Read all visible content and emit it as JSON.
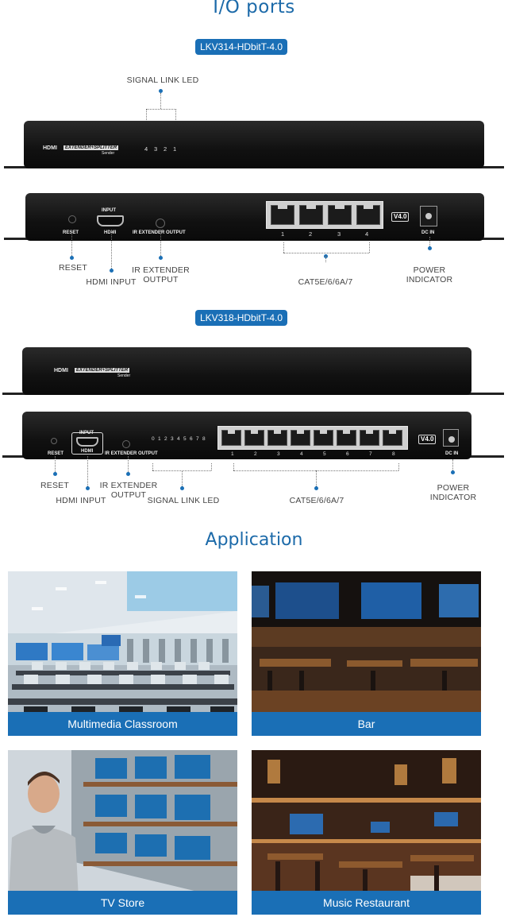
{
  "io_title": "I/O ports",
  "model1": {
    "badge": "LKV314-HDbitT-4.0",
    "front_brand": "HDMI",
    "front_model": "EXTENDER+SPLITTER",
    "front_sub": "Sender",
    "led_numbers": [
      "4",
      "3",
      "2",
      "1"
    ],
    "rear_input_label": "INPUT",
    "rear_reset": "RESET",
    "rear_hdmi": "HDMI",
    "rear_ir": "IR EXTENDER OUTPUT",
    "port_numbers": [
      "1",
      "2",
      "3",
      "4"
    ],
    "version": "V4.0",
    "dc_in": "DC IN",
    "callouts": {
      "signal_link_led": "SIGNAL LINK LED",
      "reset": "RESET",
      "hdmi_input": "HDMI INPUT",
      "ir_extender_output": "IR EXTENDER\nOUTPUT",
      "cat": "CAT5E/6/6A/7",
      "power_indicator": "POWER\nINDICATOR"
    }
  },
  "model2": {
    "badge": "LKV318-HDbitT-4.0",
    "front_brand": "HDMI",
    "front_model": "EXTENDER+SPLITTER",
    "front_sub": "Sender",
    "rear_input_label": "INPUT",
    "rear_reset": "RESET",
    "rear_hdmi": "HDMI",
    "rear_ir": "IR EXTENDER OUTPUT",
    "led_numbers": [
      "0",
      "1",
      "2",
      "3",
      "4",
      "5",
      "6",
      "7",
      "8"
    ],
    "port_numbers": [
      "1",
      "2",
      "3",
      "4",
      "5",
      "6",
      "7",
      "8"
    ],
    "version": "V4.0",
    "dc_in": "DC IN",
    "callouts": {
      "reset": "RESET",
      "hdmi_input": "HDMI INPUT",
      "ir_extender_output": "IR EXTENDER\nOUTPUT",
      "signal_link_led": "SIGNAL LINK LED",
      "cat": "CAT5E/6/6A/7",
      "power_indicator": "POWER\nINDICATOR"
    }
  },
  "app_title": "Application",
  "applications": [
    {
      "label": "Multimedia Classroom"
    },
    {
      "label": "Bar"
    },
    {
      "label": "TV Store"
    },
    {
      "label": "Music Restaurant"
    }
  ],
  "colors": {
    "accent": "#1a6fb6",
    "title": "#1c6aa9",
    "device": "#151515"
  }
}
